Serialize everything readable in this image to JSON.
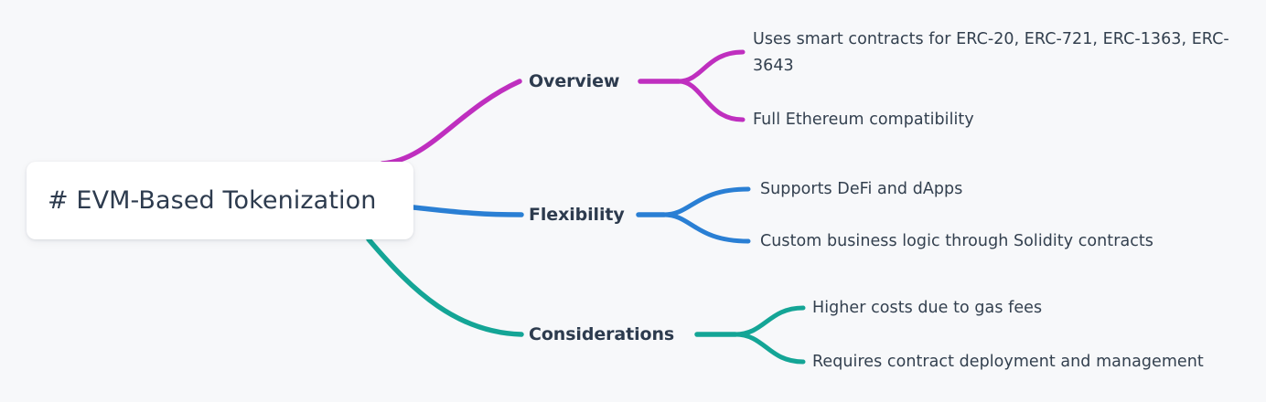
{
  "theme": {
    "background": "#f7f8fa",
    "root_fill": "#ffffff",
    "text_color": "#2d3b4e",
    "leaf_text_color": "#33404f"
  },
  "mindmap": {
    "root": {
      "label": "# EVM-Based Tokenization"
    },
    "branches": [
      {
        "label": "Overview",
        "color": "#bf2fbf",
        "children": [
          {
            "label": "Uses smart contracts for ERC-20, ERC-721, ERC-1363, ERC-3643"
          },
          {
            "label": "Full Ethereum compatibility"
          }
        ]
      },
      {
        "label": "Flexibility",
        "color": "#2a7fd4",
        "children": [
          {
            "label": "Supports DeFi and dApps"
          },
          {
            "label": "Custom business logic through Solidity contracts"
          }
        ]
      },
      {
        "label": "Considerations",
        "color": "#14a596",
        "children": [
          {
            "label": "Higher costs due to gas fees"
          },
          {
            "label": "Requires contract deployment and management"
          }
        ]
      }
    ]
  }
}
